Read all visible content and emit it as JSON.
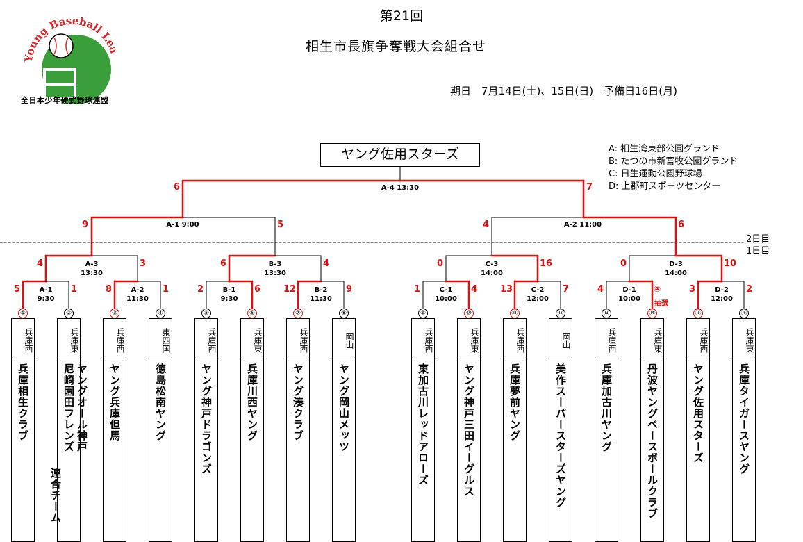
{
  "logo": {
    "arc_text": "Young Baseball League",
    "name": "全日本少年硬式野球連盟"
  },
  "header": {
    "edition": "第21回",
    "title": "相生市長旗争奪戦大会組合せ",
    "dates": "期日　7月14日(土)、15日(日)　予備日16日(月)"
  },
  "champion": "ヤング佐用スターズ",
  "legend": [
    "A: 相生湾東部公園グランド",
    "B: たつの市新宮牧公園グランド",
    "C: 日生運動公園野球場",
    "D: 上郡町スポーツセンター"
  ],
  "days": {
    "day2": "2日目",
    "day1": "1日目"
  },
  "matches": {
    "final": "A-4 13:30",
    "a1": "A-1 9:00",
    "a2": "A-2 11:00",
    "a3": [
      "A-3",
      "13:30"
    ],
    "b3": [
      "B-3",
      "13:30"
    ],
    "c3": [
      "C-3",
      "14:00"
    ],
    "d3": [
      "D-3",
      "14:00"
    ],
    "a1r1": [
      "A-1",
      "9:30"
    ],
    "a2r1": [
      "A-2",
      "11:30"
    ],
    "b1": [
      "B-1",
      "9:30"
    ],
    "b2": [
      "B-2",
      "11:30"
    ],
    "c1": [
      "C-1",
      "10:00"
    ],
    "c2": [
      "C-2",
      "12:00"
    ],
    "d1": [
      "D-1",
      "10:00"
    ],
    "d2": [
      "D-2",
      "12:00"
    ]
  },
  "scores": {
    "final_l": "6",
    "final_r": "7",
    "a1_l": "9",
    "a1_r": "5",
    "a2_l": "4",
    "a2_r": "6",
    "a3_l": "4",
    "a3_r": "3",
    "b3_l": "6",
    "b3_r": "4",
    "c3_l": "0",
    "c3_r": "16",
    "d3_l": "0",
    "d3_r": "10",
    "a1r1_l": "5",
    "a1r1_r": "1",
    "a2r1_l": "8",
    "a2r1_r": "1",
    "b1_l": "2",
    "b1_r": "6",
    "b2_l": "12",
    "b2_r": "9",
    "c1_l": "1",
    "c1_r": "4",
    "c2_l": "13",
    "c2_r": "7",
    "d1_l": "4",
    "d2_l": "3",
    "d2_r": "2"
  },
  "lottery": {
    "num": "④",
    "label": "抽選"
  },
  "teams": [
    {
      "seed": "①",
      "pref": "兵庫西",
      "names": [
        "兵庫相生クラブ"
      ],
      "winner": true
    },
    {
      "seed": "②",
      "pref": "兵庫東",
      "names": [
        "ヤングオール神戸",
        "尼崎園田フレンズ",
        "連合チーム"
      ],
      "winner": false
    },
    {
      "seed": "③",
      "pref": "兵庫西",
      "names": [
        "ヤング兵庫但馬"
      ],
      "winner": true
    },
    {
      "seed": "④",
      "pref": "東四国",
      "names": [
        "徳島松南ヤング"
      ],
      "winner": false
    },
    {
      "seed": "⑤",
      "pref": "兵庫西",
      "names": [
        "ヤング神戸ドラゴンズ"
      ],
      "winner": false
    },
    {
      "seed": "⑥",
      "pref": "兵庫東",
      "names": [
        "兵庫川西ヤング"
      ],
      "winner": true
    },
    {
      "seed": "⑦",
      "pref": "兵庫西",
      "names": [
        "ヤング湊クラブ"
      ],
      "winner": true
    },
    {
      "seed": "⑧",
      "pref": "岡山",
      "names": [
        "ヤング岡山メッツ"
      ],
      "winner": false
    },
    {
      "seed": "⑨",
      "pref": "兵庫西",
      "names": [
        "東加古川レッドアローズ"
      ],
      "winner": false
    },
    {
      "seed": "⑩",
      "pref": "兵庫東",
      "names": [
        "ヤング神戸三田イーグルス"
      ],
      "winner": true
    },
    {
      "seed": "⑪",
      "pref": "兵庫西",
      "names": [
        "兵庫夢前ヤング"
      ],
      "winner": true
    },
    {
      "seed": "⑫",
      "pref": "岡山",
      "names": [
        "美作スーパースターズヤング"
      ],
      "winner": false
    },
    {
      "seed": "⑬",
      "pref": "兵庫西",
      "names": [
        "兵庫加古川ヤング"
      ],
      "winner": false
    },
    {
      "seed": "⑭",
      "pref": "兵庫東",
      "names": [
        "丹波ヤングベースボールクラブ"
      ],
      "winner": true
    },
    {
      "seed": "⑮",
      "pref": "兵庫西",
      "names": [
        "ヤング佐用スターズ"
      ],
      "winner": true
    },
    {
      "seed": "⑯",
      "pref": "兵庫東",
      "names": [
        "兵庫タイガースヤング"
      ],
      "winner": false
    }
  ],
  "colors": {
    "winner_line": "#dd1111",
    "line": "#000000",
    "logo_green": "#3a9e3a",
    "logo_red": "#d42a2a"
  }
}
